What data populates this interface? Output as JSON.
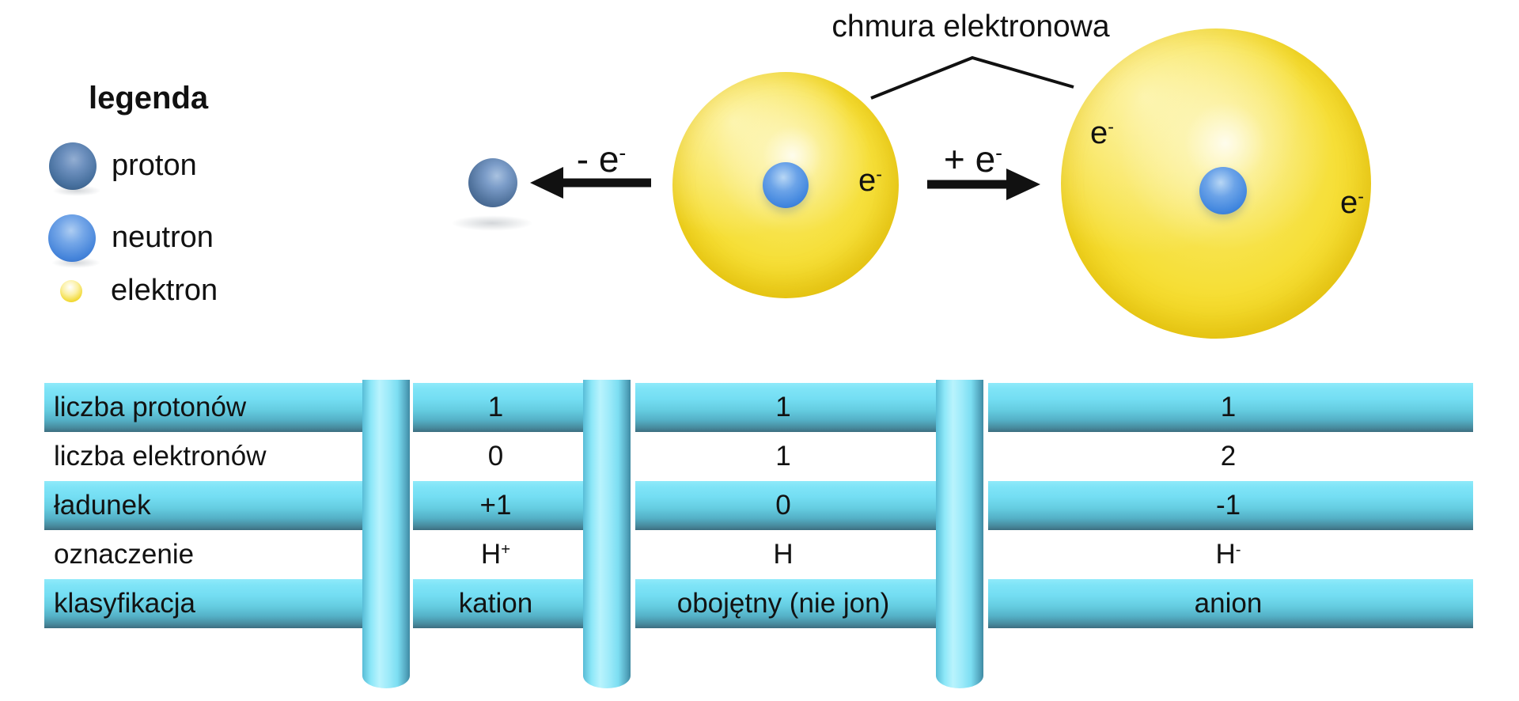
{
  "legend": {
    "title": "legenda",
    "items": [
      {
        "label": "proton",
        "color": "#48719f"
      },
      {
        "label": "neutron",
        "color": "#4584da"
      },
      {
        "label": "elektron",
        "color": "#f1d830"
      }
    ]
  },
  "diagram": {
    "cloud_label": "chmura elektronowa",
    "remove_electron": {
      "prefix": "- ",
      "base": "e",
      "sup": "-"
    },
    "add_electron": {
      "prefix": "+ ",
      "base": "e",
      "sup": "-"
    },
    "electron_symbol": {
      "base": "e",
      "sup": "-"
    }
  },
  "table": {
    "rows": [
      {
        "label": "liczba protonów",
        "values": [
          "1",
          "1",
          "1"
        ]
      },
      {
        "label": "liczba elektronów",
        "values": [
          "0",
          "1",
          "2"
        ]
      },
      {
        "label": "ładunek",
        "values": [
          "+1",
          "0",
          "-1"
        ]
      },
      {
        "label": "oznaczenie",
        "values": [
          {
            "base": "H",
            "sup": "+"
          },
          {
            "base": "H",
            "sup": ""
          },
          {
            "base": "H",
            "sup": "-"
          }
        ]
      },
      {
        "label": "klasyfikacja",
        "values": [
          "kation",
          "obojętny (nie jon)",
          "anion"
        ]
      }
    ]
  },
  "colors": {
    "row_cyan": "#7adef3",
    "divider_cyan": "#8ce7f8",
    "atom_yellow": "#f6df38",
    "nucleus_blue": "#3f85de",
    "text": "#111111"
  }
}
